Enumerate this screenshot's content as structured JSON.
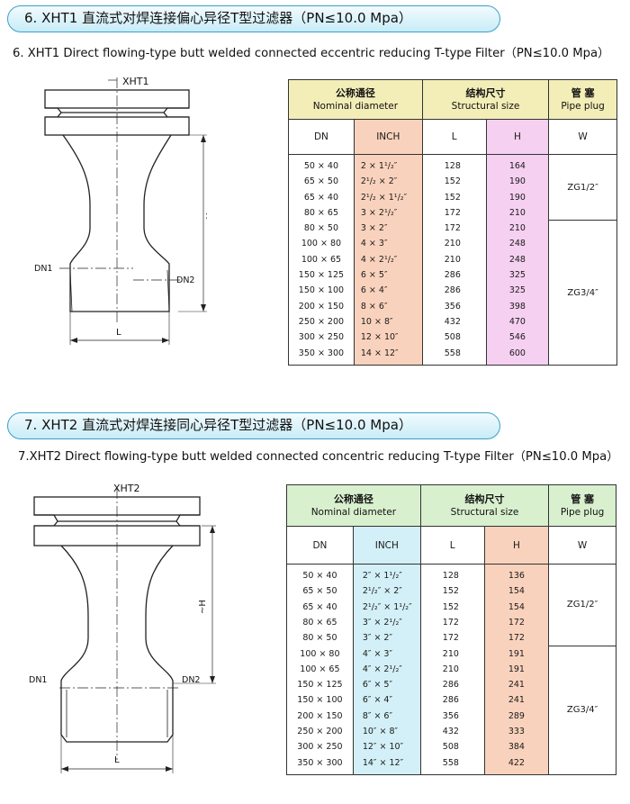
{
  "sections": [
    {
      "title": "6. XHT1 直流式对焊连接偏心异径T型过滤器（PN≤10.0 Mpa）",
      "subtitle": "6. XHT1 Direct flowing-type butt welded connected eccentric reducing T-type Filter（PN≤10.0 Mpa）",
      "drawing": {
        "model": "XHT1",
        "dn1": "DN1",
        "dn2": "DN2",
        "length": "L",
        "height": "~H"
      },
      "table": {
        "head": {
          "nominal_cn": "公称通径",
          "nominal_en": "Nominal diameter",
          "structural_cn": "结构尺寸",
          "structural_en": "Structural size",
          "plug_cn": "管 塞",
          "plug_en": "Pipe plug",
          "dn": "DN",
          "inch": "INCH",
          "l": "L",
          "h": "H",
          "w": "W"
        },
        "rows": [
          {
            "dn": "50 × 40",
            "inch": "2 × 1¹/₂″",
            "l": "128",
            "h": "164"
          },
          {
            "dn": "65 × 50",
            "inch": "2¹/₂ × 2″",
            "l": "152",
            "h": "190"
          },
          {
            "dn": "65 × 40",
            "inch": "2¹/₂ × 1¹/₂″",
            "l": "152",
            "h": "190"
          },
          {
            "dn": "80 × 65",
            "inch": "3 × 2¹/₂″",
            "l": "172",
            "h": "210"
          },
          {
            "dn": "80 × 50",
            "inch": "3 × 2″",
            "l": "172",
            "h": "210"
          },
          {
            "dn": "100 × 80",
            "inch": "4 × 3″",
            "l": "210",
            "h": "248"
          },
          {
            "dn": "100 × 65",
            "inch": "4 × 2¹/₂″",
            "l": "210",
            "h": "248"
          },
          {
            "dn": "150 × 125",
            "inch": "6 × 5″",
            "l": "286",
            "h": "325"
          },
          {
            "dn": "150 × 100",
            "inch": "6 × 4″",
            "l": "286",
            "h": "325"
          },
          {
            "dn": "200 × 150",
            "inch": "8 × 6″",
            "l": "356",
            "h": "398"
          },
          {
            "dn": "250 × 200",
            "inch": "10 × 8″",
            "l": "432",
            "h": "470"
          },
          {
            "dn": "300 × 250",
            "inch": "12 × 10″",
            "l": "508",
            "h": "546"
          },
          {
            "dn": "350 × 300",
            "inch": "14 × 12″",
            "l": "558",
            "h": "600"
          }
        ],
        "plugs": [
          {
            "value": "ZG1/2″",
            "rows": 4
          },
          {
            "value": "ZG3/4″",
            "rows": 9
          }
        ]
      }
    },
    {
      "title": "7. XHT2 直流式对焊连接同心异径T型过滤器（PN≤10.0 Mpa）",
      "subtitle": "7.XHT2 Direct flowing-type butt welded connected concentric reducing T-type Filter（PN≤10.0 Mpa）",
      "drawing": {
        "model": "XHT2",
        "dn1": "DN1",
        "dn2": "DN2",
        "length": "L",
        "height": "~H"
      },
      "table": {
        "head": {
          "nominal_cn": "公称通径",
          "nominal_en": "Nominal diameter",
          "structural_cn": "结构尺寸",
          "structural_en": "Structural size",
          "plug_cn": "管 塞",
          "plug_en": "Pipe plug",
          "dn": "DN",
          "inch": "INCH",
          "l": "L",
          "h": "H",
          "w": "W"
        },
        "rows": [
          {
            "dn": "50 × 40",
            "inch": "2″ × 1¹/₂″",
            "l": "128",
            "h": "136"
          },
          {
            "dn": "65 × 50",
            "inch": "2¹/₂″ × 2″",
            "l": "152",
            "h": "154"
          },
          {
            "dn": "65 × 40",
            "inch": "2¹/₂″ × 1¹/₂″",
            "l": "152",
            "h": "154"
          },
          {
            "dn": "80 × 65",
            "inch": "3″ × 2¹/₂″",
            "l": "172",
            "h": "172"
          },
          {
            "dn": "80 × 50",
            "inch": "3″ × 2″",
            "l": "172",
            "h": "172"
          },
          {
            "dn": "100 × 80",
            "inch": "4″ × 3″",
            "l": "210",
            "h": "191"
          },
          {
            "dn": "100 × 65",
            "inch": "4″ × 2¹/₂″",
            "l": "210",
            "h": "191"
          },
          {
            "dn": "150 × 125",
            "inch": "6″ × 5″",
            "l": "286",
            "h": "241"
          },
          {
            "dn": "150 × 100",
            "inch": "6″ × 4″",
            "l": "286",
            "h": "241"
          },
          {
            "dn": "200 × 150",
            "inch": "8″ × 6″",
            "l": "356",
            "h": "289"
          },
          {
            "dn": "250 × 200",
            "inch": "10″ × 8″",
            "l": "432",
            "h": "333"
          },
          {
            "dn": "300 × 250",
            "inch": "12″ × 10″",
            "l": "508",
            "h": "384"
          },
          {
            "dn": "350 × 300",
            "inch": "14″ × 12″",
            "l": "558",
            "h": "422"
          }
        ],
        "plugs": [
          {
            "value": "ZG1/2″",
            "rows": 5
          },
          {
            "value": "ZG3/4″",
            "rows": 8
          }
        ]
      }
    }
  ]
}
